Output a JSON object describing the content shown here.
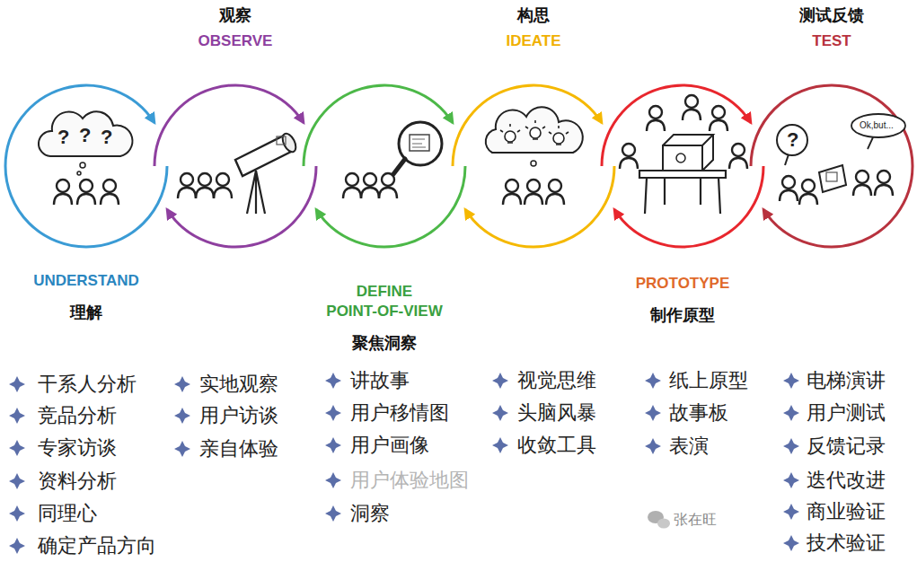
{
  "diagram": {
    "nodes": [
      {
        "text": [
          "UNDERSTAND",
          "理解"
        ]
      },
      {
        "text": [
          "观察",
          "OBSERVE"
        ]
      },
      {
        "text": [
          "DEFINE POINT-OF-VIEW",
          "聚焦洞察"
        ]
      },
      {
        "text": [
          "构思",
          "IDEATE"
        ]
      },
      {
        "text": [
          "PROTOTYPE",
          "制作原型"
        ]
      },
      {
        "text": [
          "测试反馈",
          "TEST"
        ]
      }
    ],
    "edges": [
      {
        "from": 0,
        "to": 1,
        "arrow": "to"
      },
      {
        "from": 1,
        "to": 0,
        "arrow": "to"
      },
      {
        "from": 1,
        "to": 2,
        "arrow": "to"
      },
      {
        "from": 2,
        "to": 1,
        "arrow": "to"
      },
      {
        "from": 2,
        "to": 3,
        "arrow": "to"
      },
      {
        "from": 3,
        "to": 2,
        "arrow": "to"
      },
      {
        "from": 3,
        "to": 4,
        "arrow": "to"
      },
      {
        "from": 4,
        "to": 3,
        "arrow": "to"
      },
      {
        "from": 4,
        "to": 5,
        "arrow": "to"
      },
      {
        "from": 5,
        "to": 4,
        "arrow": "to"
      }
    ],
    "labels": [
      "干系人分析",
      "竞品分析",
      "专家访谈",
      "资料分析",
      "同理心",
      "确定产品方向",
      "实地观察",
      "用户访谈",
      "亲自体验",
      "讲故事",
      "用户移情图",
      "用户画像",
      "用户体验地图",
      "洞察",
      "视觉思维",
      "头脑风暴",
      "收敛工具",
      "纸上原型",
      "故事板",
      "表演",
      "电梯演讲",
      "用户测试",
      "反馈记录",
      "迭代改进",
      "商业验证",
      "技术验证",
      "?",
      "?",
      "?",
      "?",
      "Ok,but...",
      "张在旺"
    ]
  }
}
